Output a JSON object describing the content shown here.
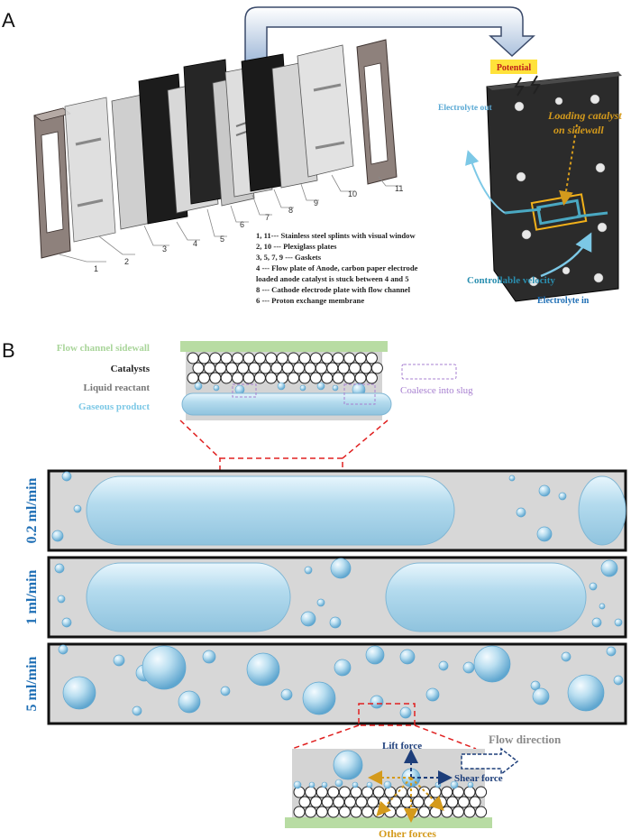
{
  "panel_a": {
    "letter": "A",
    "part_numbers": [
      "1",
      "2",
      "3",
      "4",
      "5",
      "6",
      "7",
      "8",
      "9",
      "10",
      "11"
    ],
    "legend": [
      "1, 11--- Stainless steel splints with visual window",
      "2, 10 --- Plexiglass plates",
      "3, 5, 7, 9 --- Gaskets",
      "4 --- Flow plate of Anode, carbon paper electrode",
      "loaded anode catalyst is stuck between 4 and 5",
      "8 --- Cathode electrode plate with flow channel",
      "6 --- Proton exchange membrane"
    ],
    "potential_label": "Potential",
    "electrolyte_out": "Electrolyte out",
    "loading_catalyst_line1": "Loading catalyst",
    "loading_catalyst_line2": "on sidewall",
    "controllable_velocity": "Controllable velocity",
    "electrolyte_in": "Electrolyte in"
  },
  "panel_b": {
    "letter": "B",
    "legend": {
      "sidewall": "Flow channel sidewall",
      "catalysts": "Catalysts",
      "liquid": "Liquid reactant",
      "gas": "Gaseous product"
    },
    "coalesce": "Coalesce into slug",
    "flow_rates": [
      "0.2 ml/min",
      "1 ml/min",
      "5 ml/min"
    ],
    "forces": {
      "lift": "Lift force",
      "shear": "Shear force",
      "other": "Other forces",
      "flow_direction": "Flow direction"
    }
  },
  "colors": {
    "sidewall_green": "#b8dca3",
    "bubble_blue": "#a9d6ea",
    "channel_gray": "#d7d7d7",
    "label_blue": "#1f6fb5",
    "force_navy": "#1d3e7a",
    "other_force_orange": "#d49a1c",
    "slug_purple": "#a77fd0",
    "dashed_red": "#e02020"
  }
}
